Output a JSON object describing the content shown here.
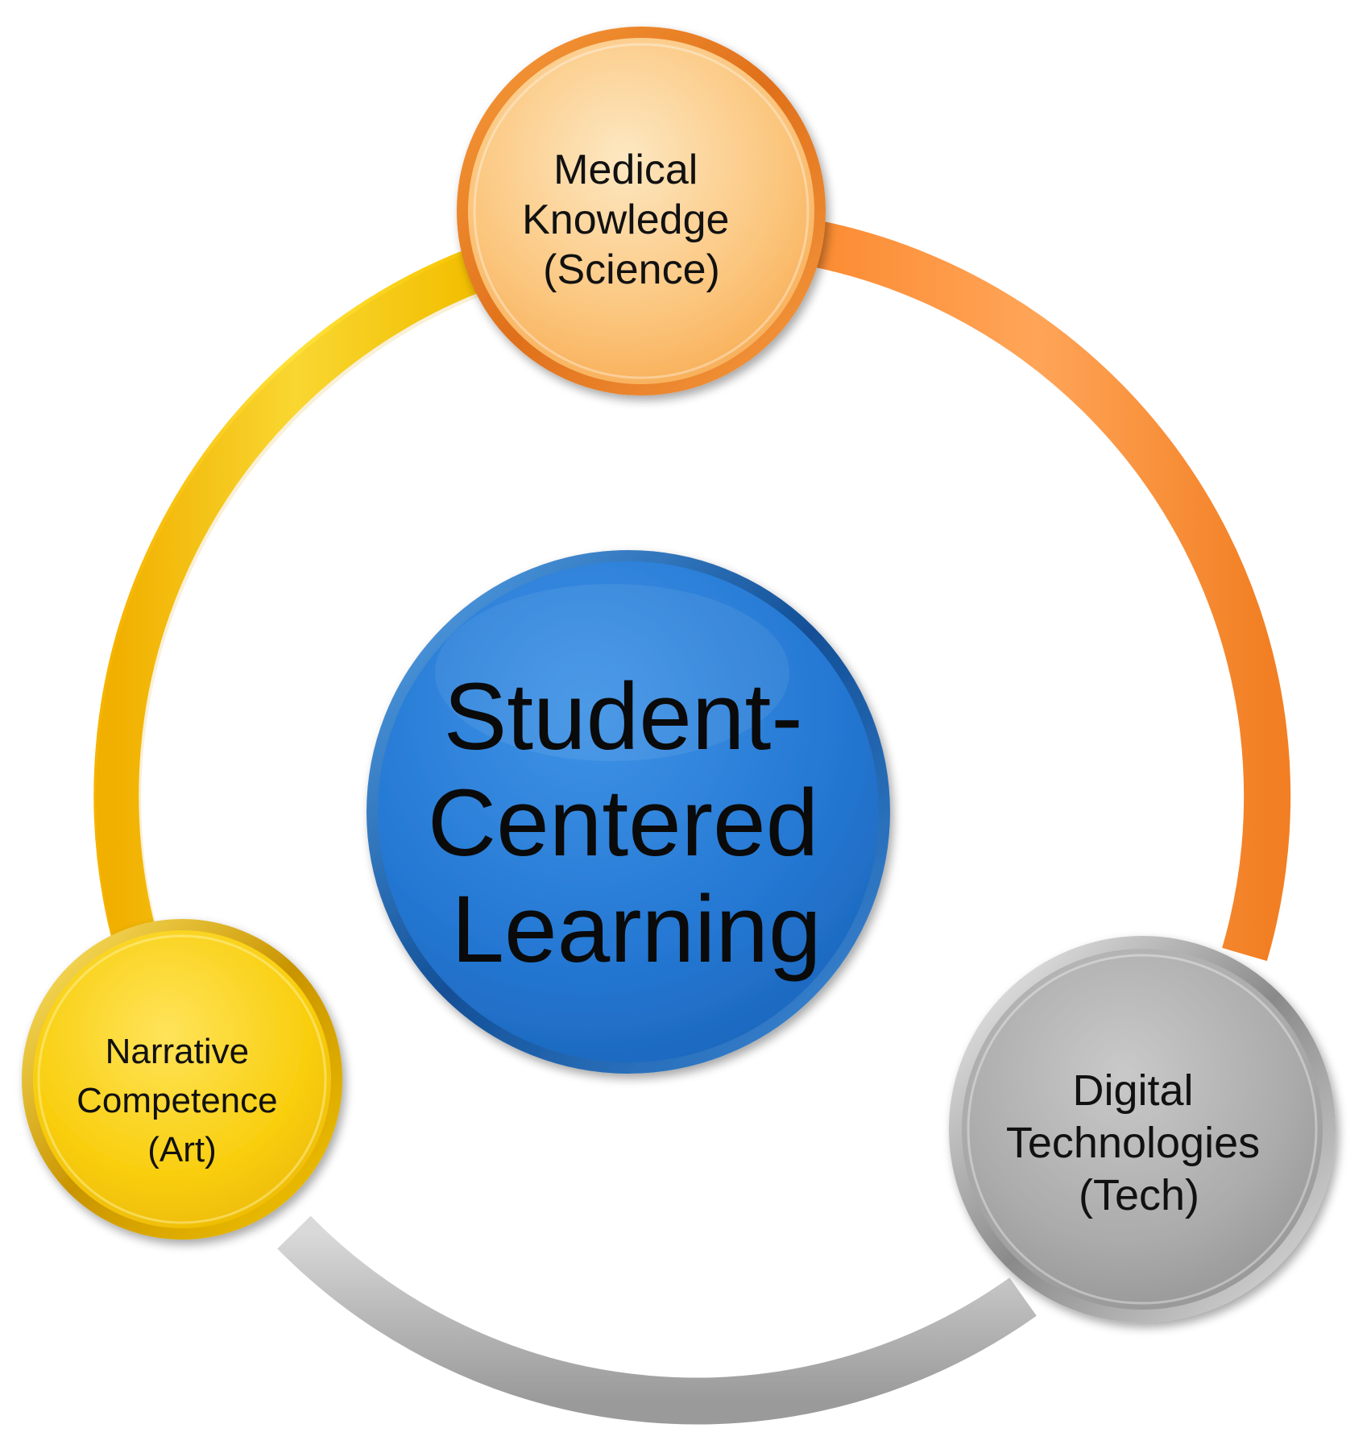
{
  "center": {
    "lines": [
      "Student-",
      "Centered",
      "Learning"
    ],
    "color": "#2a7fd8"
  },
  "nodes": {
    "science": {
      "lines": [
        "Medical",
        "Knowledge",
        "(Science)"
      ],
      "color": "#f9b86a"
    },
    "art": {
      "lines": [
        "Narrative",
        "Competence",
        "(Art)"
      ],
      "color": "#f8c800"
    },
    "tech": {
      "lines": [
        "Digital",
        "Technologies",
        "(Tech)"
      ],
      "color": "#a9a9a9"
    }
  },
  "arcs": {
    "yellow": "#fbd117",
    "orange": "#fb9440",
    "gray": "#bdbdbd"
  }
}
